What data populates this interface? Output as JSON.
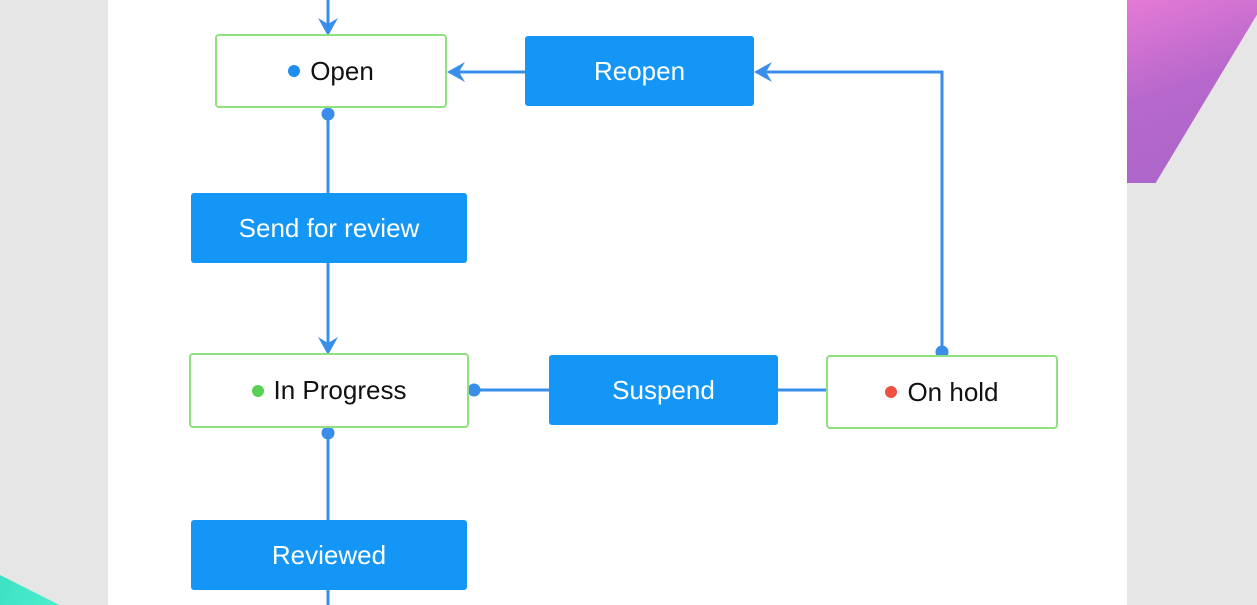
{
  "states": {
    "open": {
      "label": "Open",
      "dot_color": "#1e8ff0"
    },
    "in_progress": {
      "label": "In Progress",
      "dot_color": "#57d053"
    },
    "on_hold": {
      "label": "On hold",
      "dot_color": "#f04f44"
    }
  },
  "actions": {
    "reopen": "Reopen",
    "send_for_review": "Send for review",
    "suspend": "Suspend",
    "reviewed": "Reviewed"
  },
  "colors": {
    "connector": "#3a8eea",
    "action_fill": "#1396f5",
    "state_border": "#8fe07f",
    "background": "#e6e6e6",
    "panel": "#ffffff"
  }
}
